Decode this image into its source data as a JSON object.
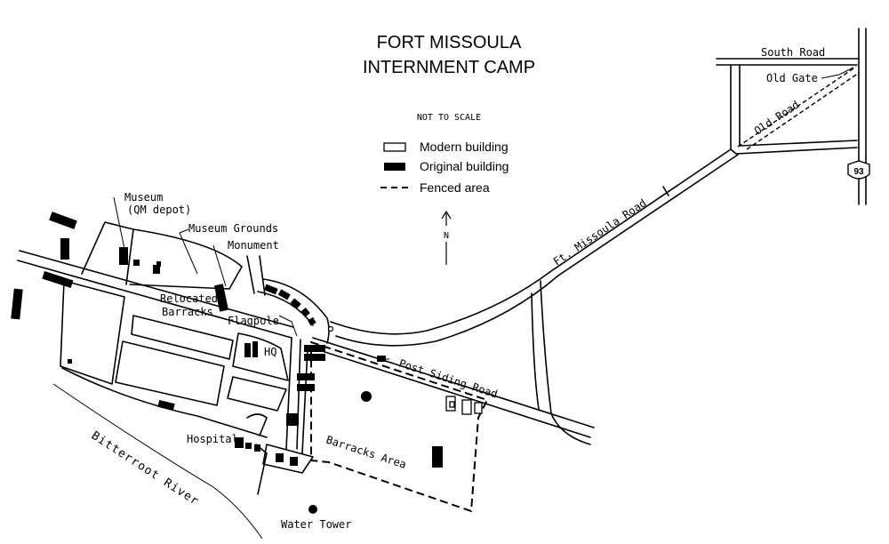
{
  "map": {
    "title_line1": "FORT MISSOULA",
    "title_line2": "INTERNMENT CAMP",
    "scale_note": "NOT TO SCALE",
    "north_label": "N",
    "legend": {
      "modern": "Modern building",
      "original": "Original building",
      "fenced": "Fenced area"
    },
    "labels": {
      "south_road": "South Road",
      "old_gate": "Old Gate",
      "old_road": "Old Road",
      "highway": "93",
      "ft_missoula_road": "Ft. Missoula Road",
      "post_siding_road": "Post Siding Road",
      "museum": "Museum",
      "qm_depot": "(QM depot)",
      "museum_grounds": "Museum Grounds",
      "monument": "Monument",
      "relocated": "Relocated",
      "barracks": "Barracks",
      "flagpole": "Flagpole",
      "hq": "HQ",
      "hospital": "Hospital",
      "barracks_area": "Barracks Area",
      "water_tower": "Water Tower",
      "river": "Bitterroot River"
    }
  }
}
